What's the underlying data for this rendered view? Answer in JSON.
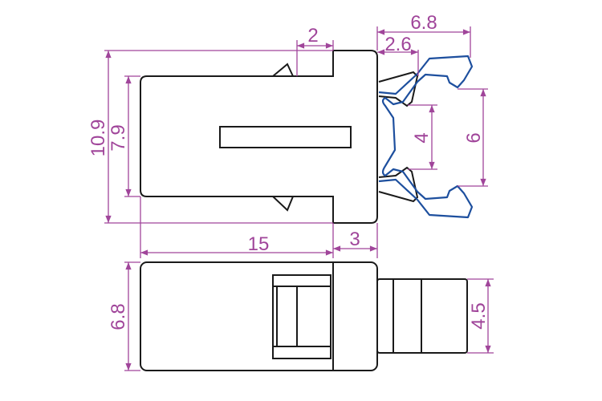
{
  "colors": {
    "outline": "#1a1a1a",
    "clip": "#1d4f9e",
    "dimension": "#a0459a"
  },
  "top_view": {
    "dims": {
      "notch": "2",
      "total_width_right": "6.8",
      "clip_offset": "2.6",
      "height_total": "10.9",
      "height_body": "7.9",
      "inner_gap": "4",
      "outer_gap": "6",
      "body_length": "15",
      "head_length": "3"
    }
  },
  "side_view": {
    "dims": {
      "height": "6.8",
      "plug_height": "4.5"
    }
  }
}
